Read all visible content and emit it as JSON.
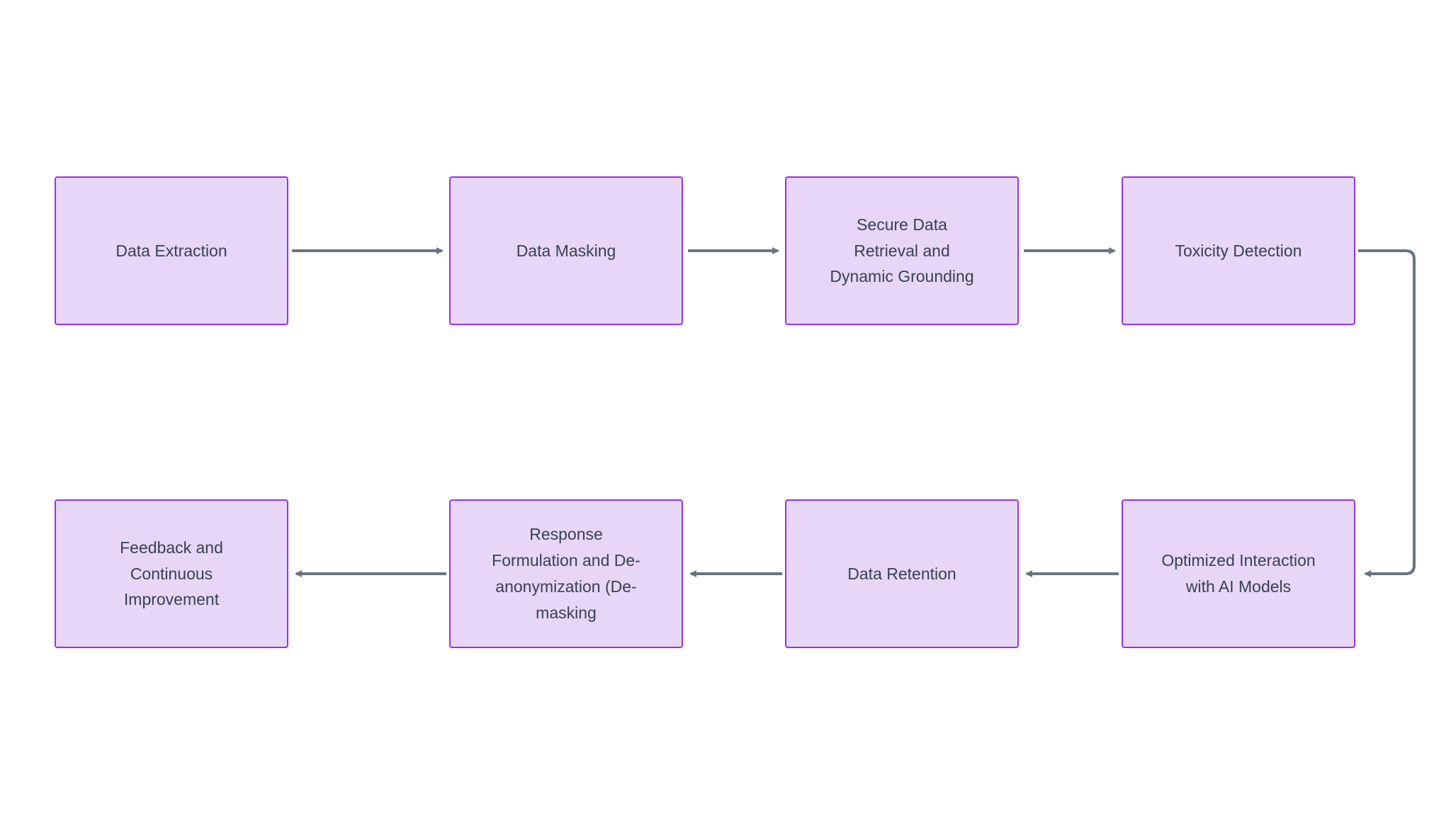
{
  "diagram": {
    "type": "flowchart",
    "layout": "two-row-snake",
    "colors": {
      "node_fill": "#e8d6f6",
      "node_border": "#9333ea",
      "node_text": "#374151",
      "arrow": "#6b7280",
      "background": "#ffffff"
    },
    "nodes": [
      {
        "id": "data-extraction",
        "label": "Data Extraction"
      },
      {
        "id": "data-masking",
        "label": "Data Masking"
      },
      {
        "id": "secure-data-retrieval",
        "label": "Secure Data\nRetrieval and\nDynamic Grounding"
      },
      {
        "id": "toxicity-detection",
        "label": "Toxicity Detection"
      },
      {
        "id": "optimized-interaction",
        "label": "Optimized Interaction\nwith AI Models"
      },
      {
        "id": "data-retention",
        "label": "Data Retention"
      },
      {
        "id": "response-formulation",
        "label": "Response\nFormulation and De-\nanonymization (De-\nmasking"
      },
      {
        "id": "feedback-improvement",
        "label": "Feedback and\nContinuous\nImprovement"
      }
    ],
    "edges": [
      {
        "from": "data-extraction",
        "to": "data-masking"
      },
      {
        "from": "data-masking",
        "to": "secure-data-retrieval"
      },
      {
        "from": "secure-data-retrieval",
        "to": "toxicity-detection"
      },
      {
        "from": "toxicity-detection",
        "to": "optimized-interaction"
      },
      {
        "from": "optimized-interaction",
        "to": "data-retention"
      },
      {
        "from": "data-retention",
        "to": "response-formulation"
      },
      {
        "from": "response-formulation",
        "to": "feedback-improvement"
      }
    ]
  }
}
